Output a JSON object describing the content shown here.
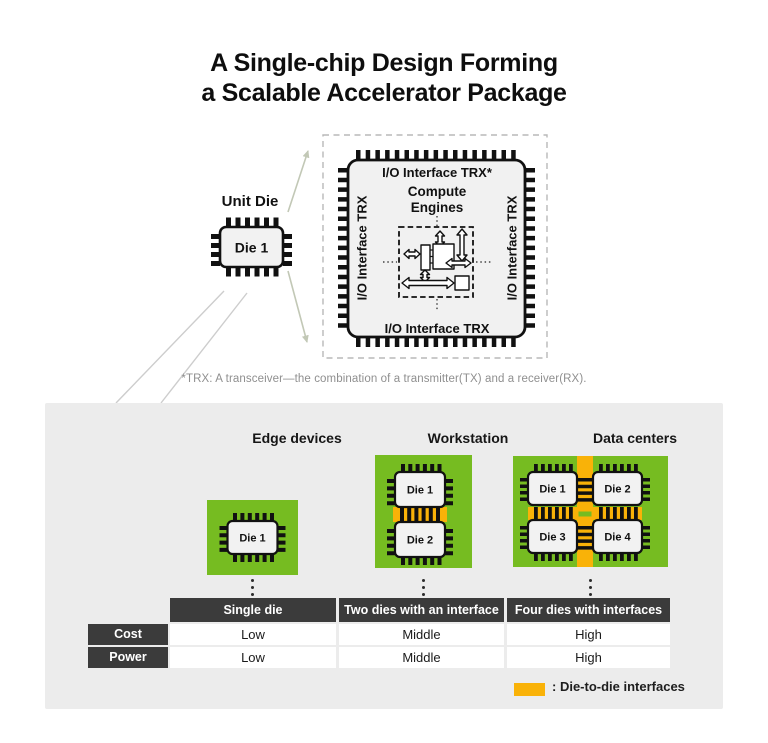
{
  "title": {
    "line1": "A Single-chip Design Forming",
    "line2": "a Scalable Accelerator Package"
  },
  "unit_die": {
    "label": "Unit Die",
    "chip_label": "Die 1"
  },
  "big_chip": {
    "io_top": "I/O Interface TRX*",
    "io_side": "I/O Interface TRX",
    "compute_line1": "Compute",
    "compute_line2": "Engines"
  },
  "footnote": "*TRX: A transceiver—the combination of a transmitter(TX) and a receiver(RX).",
  "panel": {
    "columns": [
      {
        "label": "Edge devices",
        "dies": [
          "Die 1"
        ]
      },
      {
        "label": "Workstation",
        "dies": [
          "Die 1",
          "Die 2"
        ]
      },
      {
        "label": "Data centers",
        "dies": [
          "Die 1",
          "Die 2",
          "Die 3",
          "Die 4"
        ]
      }
    ],
    "table": {
      "headers": [
        "Single die",
        "Two dies with an interface",
        "Four dies with interfaces"
      ],
      "rows": [
        {
          "label": "Cost",
          "values": [
            "Low",
            "Middle",
            "High"
          ]
        },
        {
          "label": "Power",
          "values": [
            "Low",
            "Middle",
            "High"
          ]
        }
      ]
    },
    "legend": {
      "label": ": Die-to-die interfaces"
    }
  },
  "colors": {
    "green": "#76bc21",
    "orange": "#f9b208",
    "panel_gray": "#ececec",
    "table_dark": "#3b3b3b",
    "chip_fill": "#f1f1f1"
  }
}
